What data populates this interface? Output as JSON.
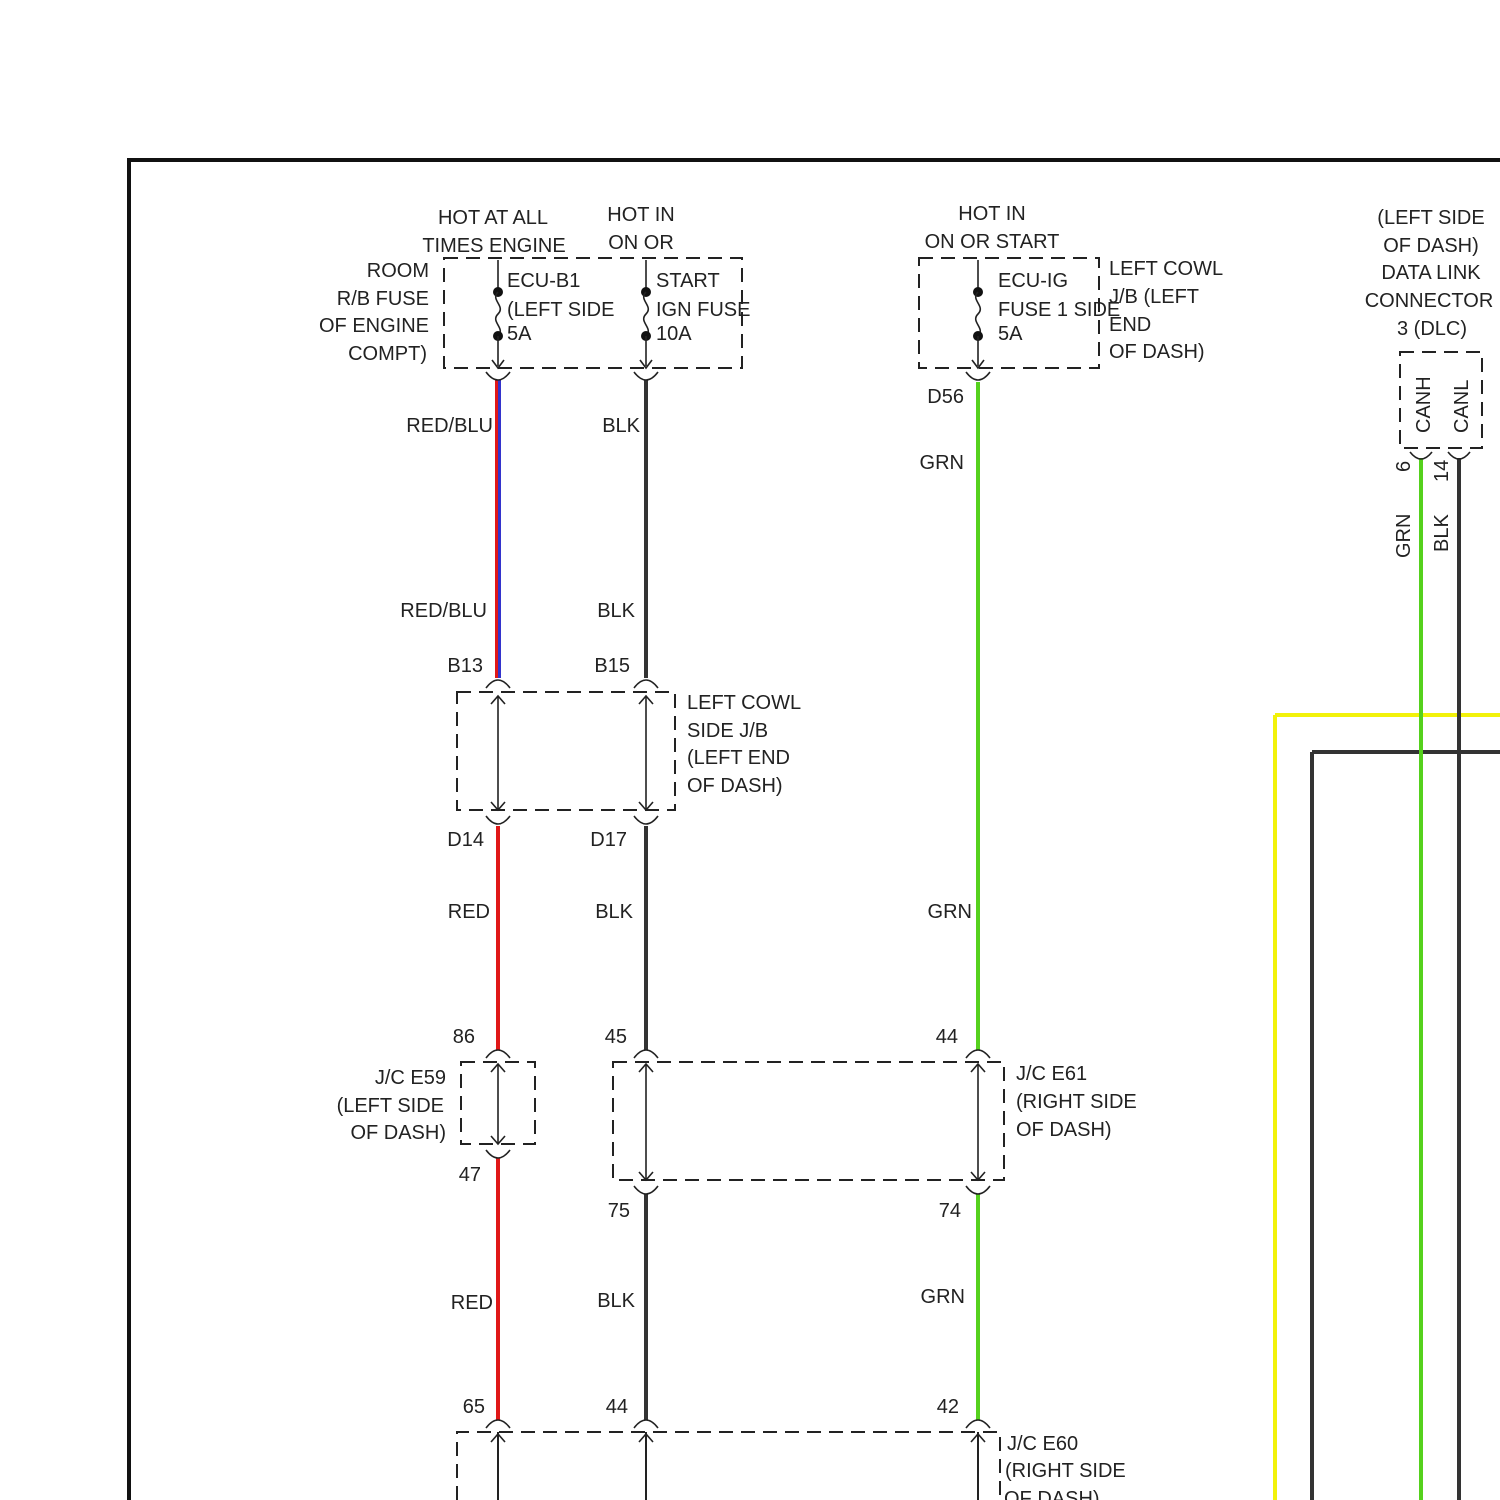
{
  "colors": {
    "RED": "#e01818",
    "BLU": "#3333cc",
    "BLK": "#333333",
    "GRN": "#55d11d",
    "YEL": "#f2f20a"
  },
  "fuses": {
    "ecu_b1": {
      "hot_label": [
        "HOT AT ALL",
        "TIMES ENGINE"
      ],
      "location_label": [
        "ROOM",
        "R/B FUSE",
        "OF ENGINE",
        "COMPT)"
      ],
      "name": [
        "ECU-B1",
        "(LEFT SIDE",
        "5A"
      ]
    },
    "start_ign": {
      "hot_label": [
        "HOT IN",
        "ON OR"
      ],
      "name": [
        "START",
        "IGN FUSE",
        "10A"
      ]
    },
    "ecu_ig": {
      "hot_label": [
        "HOT IN",
        "ON OR START"
      ],
      "name": [
        "ECU-IG",
        "FUSE 1 SIDE",
        "5A"
      ],
      "location_label": [
        "LEFT COWL",
        "J/B (LEFT",
        "END",
        "OF DASH)"
      ]
    }
  },
  "dlc": {
    "label": [
      "(LEFT SIDE",
      "OF DASH)",
      "DATA LINK",
      "CONNECTOR",
      "3 (DLC)"
    ],
    "pins": [
      {
        "name": "CANH",
        "number": "6",
        "wire": "GRN"
      },
      {
        "name": "CANL",
        "number": "14",
        "wire": "BLK"
      }
    ]
  },
  "wires": {
    "col1": [
      "RED/BLU",
      "RED/BLU",
      "RED",
      "RED"
    ],
    "col2": [
      "BLK",
      "BLK",
      "BLK",
      "BLK"
    ],
    "col3": [
      "GRN",
      "GRN",
      "GRN"
    ]
  },
  "pins": {
    "d56": "D56",
    "b13": "B13",
    "b15": "B15",
    "d14": "D14",
    "d17": "D17",
    "p86": "86",
    "p45": "45",
    "p44a": "44",
    "p47": "47",
    "p75": "75",
    "p74": "74",
    "p65": "65",
    "p44b": "44",
    "p42": "42"
  },
  "junctions": {
    "cowl": [
      "LEFT COWL",
      "SIDE J/B",
      "(LEFT END",
      "OF DASH)"
    ],
    "e59": [
      "J/C E59",
      "(LEFT SIDE",
      "OF DASH)"
    ],
    "e61": [
      "J/C E61",
      "(RIGHT SIDE",
      "OF DASH)"
    ],
    "e60": [
      "J/C E60",
      "(RIGHT SIDE",
      "OF DASH)"
    ]
  }
}
